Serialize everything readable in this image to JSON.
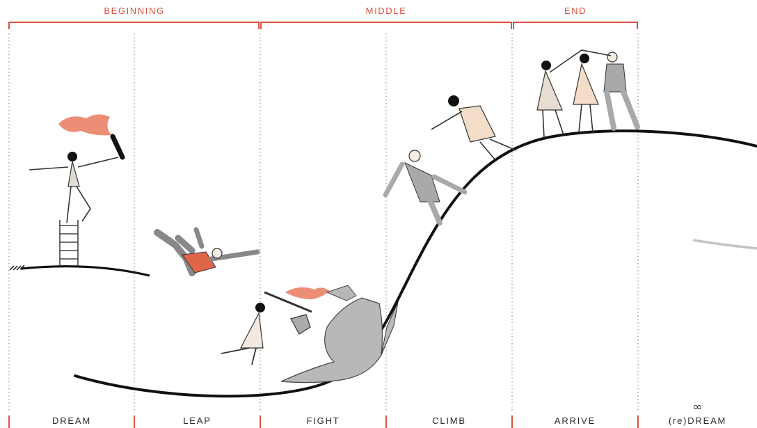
{
  "phases": [
    {
      "id": "beginning",
      "label": "BEGINNING"
    },
    {
      "id": "middle",
      "label": "MIDDLE"
    },
    {
      "id": "end",
      "label": "END"
    }
  ],
  "stages": [
    {
      "id": "dream",
      "label": "DREAM"
    },
    {
      "id": "leap",
      "label": "LEAP"
    },
    {
      "id": "fight",
      "label": "FIGHT"
    },
    {
      "id": "climb",
      "label": "CLIMB"
    },
    {
      "id": "arrive",
      "label": "ARRIVE"
    },
    {
      "id": "redream",
      "label": "(re)DREAM"
    }
  ],
  "infinity_symbol": "∞",
  "colors": {
    "accent": "#d9533f",
    "ink": "#1a1a1a",
    "guide": "#9a9a9a",
    "suit_gray": "#a9a9a9",
    "flame": "#e87a5d"
  }
}
